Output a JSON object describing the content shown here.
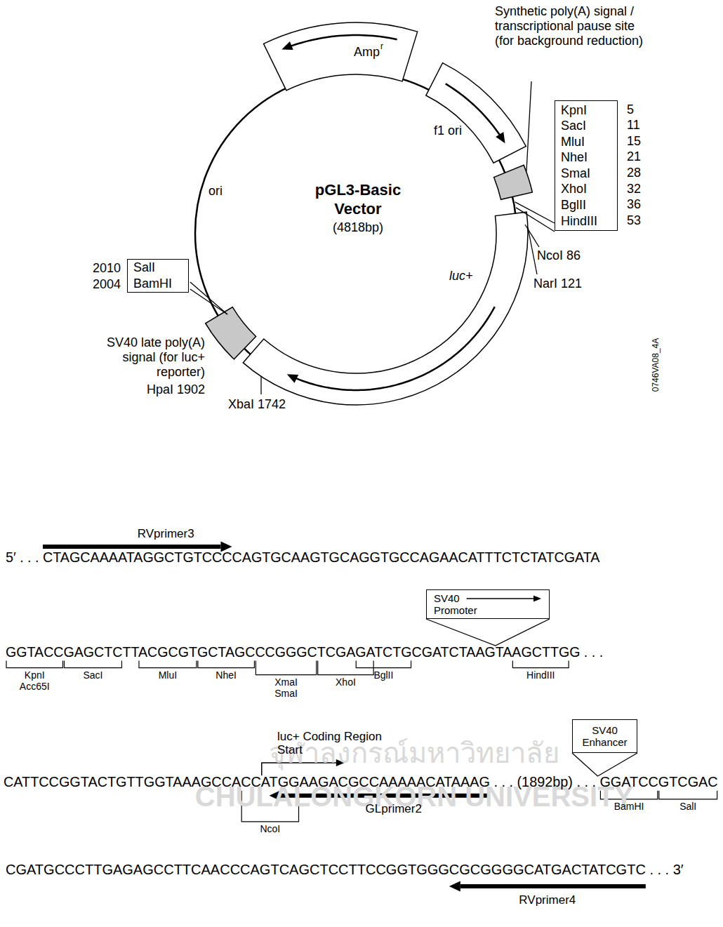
{
  "diagram": {
    "nodes": [
      {
        "text": [
          "KpnI",
          "SacI",
          "MluI",
          "NheI",
          "SmaI",
          "XhoI",
          "BglII",
          "HindIII"
        ]
      },
      {
        "text": [
          "SalI",
          "BamHI"
        ]
      },
      {
        "text": [
          "SV40 Promoter"
        ]
      },
      {
        "text": [
          "SV40 Enhancer"
        ]
      }
    ],
    "labels": [
      "Amp",
      "r",
      "Synthetic poly(A) signal / transcriptional pause site (for background reduction)",
      "f1 ori",
      "5",
      "11",
      "15",
      "21",
      "28",
      "32",
      "36",
      "53",
      "ori",
      "pGL3-Basic",
      "Vector",
      "(4818bp)",
      "NcoI 86",
      "luc+",
      "NarI 121",
      "2010",
      "2004",
      "SV40 late poly(A) signal (for luc+ reporter)",
      "HpaI 1902",
      "XbaI 1742",
      "0746VA08_4A",
      "RVprimer3",
      "5′ . . . CTAGCAAAATAGGCTGTCCCCAGTGCAAGTGCAGGTGCCAGAACATTTCTCTATCGATA",
      "GGTACCGAGCTCTTACGCGTGCTAGCCCGGGCTCGAGATCTGCGATCTAAGTAAGCTTGG . . .",
      "KpnI",
      "Acc65I",
      "SacI",
      "MluI",
      "NheI",
      "XmaI",
      "SmaI",
      "XhoI",
      "BglII",
      "HindIII",
      "luc+ Coding Region Start",
      "CATTCCGGTACTGTTGGTAAAGCCACCATGGAAGACGCCAAAAACATAAAG . . . (1892bp) . . . GGATCCGTCGAC",
      "NcoI",
      "GLprimer2",
      "BamHI",
      "SalI",
      "CGATGCCCTTGAGAGCCTTCAACCCAGTCAGCTCCTTCCGGTGGGCGCGGGGCATGACTATCGTC . . . 3′",
      "RVprimer4",
      "จุฬาลงกรณ์มหาวิทยาลัย",
      "CHULALONGKORN UNIVERSITY"
    ]
  }
}
